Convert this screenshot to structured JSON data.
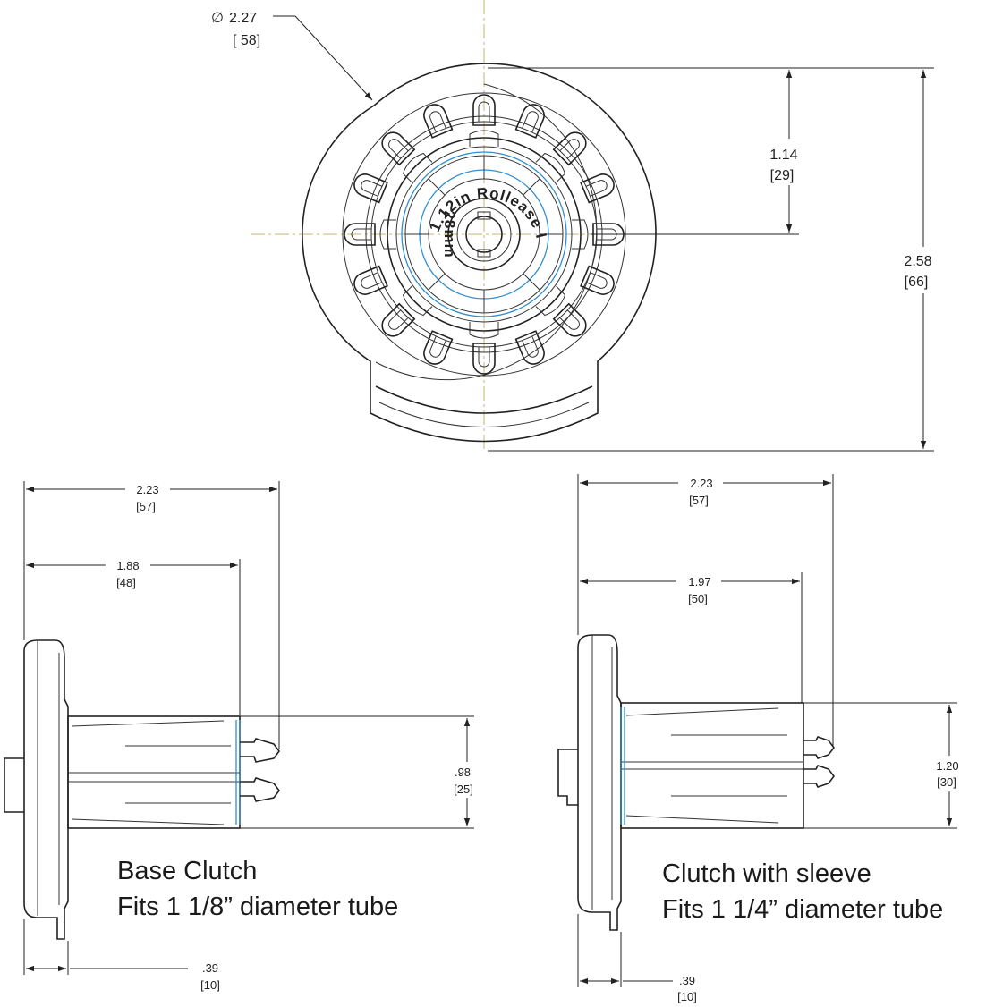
{
  "top_view": {
    "diameter_symbol": "∅",
    "diameter_in": "2.27",
    "diameter_mm": "[ 58]",
    "half_height_in": "1.14",
    "half_height_mm": "[29]",
    "total_height_in": "2.58",
    "total_height_mm": "[66]",
    "embossed_text_arc": "1.12in Rollease Inc",
    "embossed_text_side": "28mm"
  },
  "base_clutch": {
    "title": "Base Clutch",
    "subtitle": "Fits 1 1/8” diameter tube",
    "overall_len_in": "2.23",
    "overall_len_mm": "[57]",
    "body_len_in": "1.88",
    "body_len_mm": "[48]",
    "dia_in": ".98",
    "dia_mm": "[25]",
    "flange_in": ".39",
    "flange_mm": "[10]"
  },
  "sleeve_clutch": {
    "title": "Clutch with sleeve",
    "subtitle": "Fits 1 1/4” diameter tube",
    "overall_len_in": "2.23",
    "overall_len_mm": "[57]",
    "body_len_in": "1.97",
    "body_len_mm": "[50]",
    "dia_in": "1.20",
    "dia_mm": "[30]",
    "flange_in": ".39",
    "flange_mm": "[10]"
  }
}
